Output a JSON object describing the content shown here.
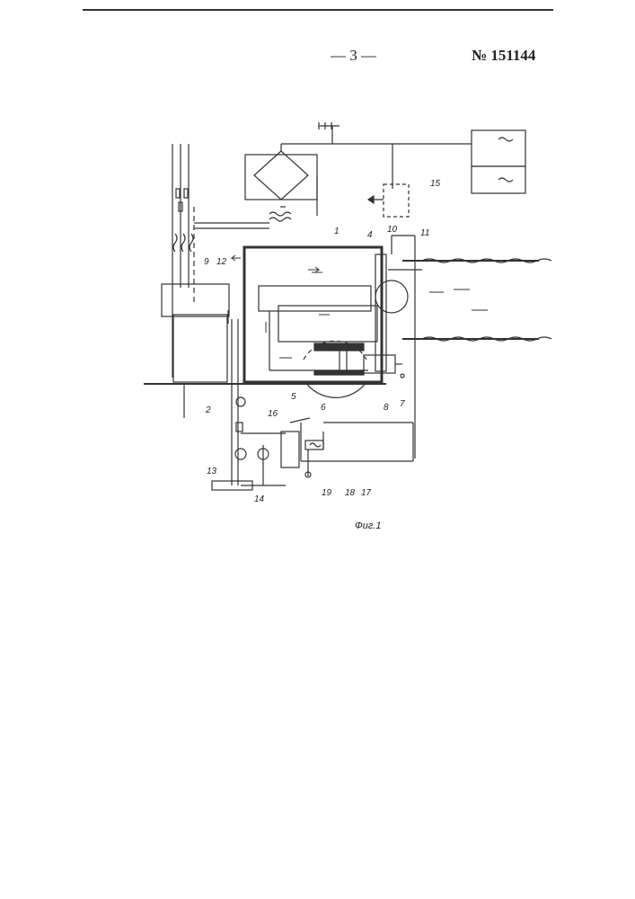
{
  "header": {
    "page_number": "— 3 —",
    "patent_number": "№ 151144"
  },
  "figure": {
    "caption": "Фиг.1",
    "labels": {
      "l1": "1",
      "l2": "2",
      "l4": "4",
      "l5": "5",
      "l6": "6",
      "l7": "7",
      "l8": "8",
      "l9": "9",
      "l10": "10",
      "l11": "11",
      "l12": "12",
      "l13": "13",
      "l14": "14",
      "l15": "15",
      "l16": "16",
      "l17": "17",
      "l18": "18",
      "l19": "19"
    }
  }
}
